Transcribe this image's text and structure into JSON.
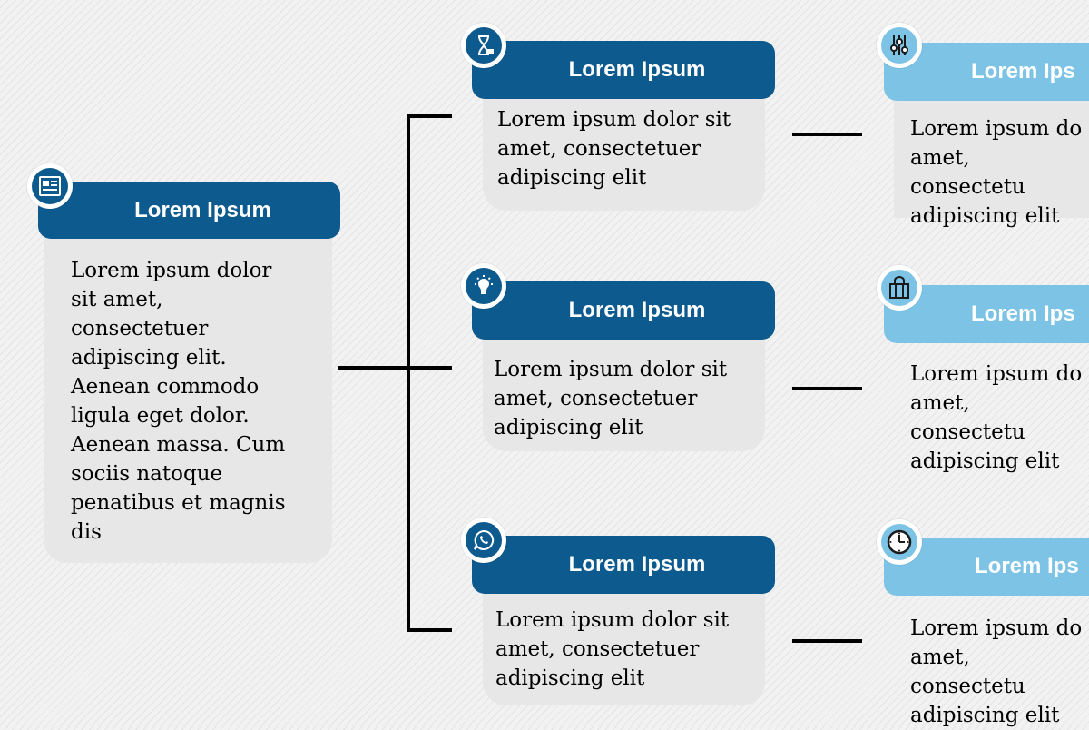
{
  "main_card": {
    "title": "Lorem Ipsum",
    "text": "Lorem ipsum dolor\nsit amet,\nconsectetuer\nadipiscing elit.\nAenean commodo\nligula eget dolor.\nAenean massa. Cum\nsociis natoque\npenatibus et magnis\ndis",
    "icon": "newspaper-icon"
  },
  "middle_cards": [
    {
      "title": "Lorem Ipsum",
      "text": "Lorem ipsum dolor sit\namet, consectetuer\nadipiscing elit",
      "icon": "hourglass-money-icon"
    },
    {
      "title": "Lorem Ipsum",
      "text": "Lorem ipsum dolor sit\namet, consectetuer\nadipiscing elit",
      "icon": "lightbulb-icon"
    },
    {
      "title": "Lorem Ipsum",
      "text": "Lorem ipsum dolor sit\namet, consectetuer\nadipiscing elit",
      "icon": "whatsapp-icon"
    }
  ],
  "right_cards": [
    {
      "title": "Lorem Ips",
      "text": "Lorem ipsum do\namet, consectetu\nadipiscing elit",
      "icon": "sliders-icon"
    },
    {
      "title": "Lorem Ips",
      "text": "Lorem ipsum do\namet, consectetu\nadipiscing elit",
      "icon": "shopping-bag-icon"
    },
    {
      "title": "Lorem Ips",
      "text": "Lorem ipsum do\namet, consectetu\nadipiscing elit",
      "icon": "clock-icon"
    }
  ],
  "colors": {
    "dark_blue": "#0d5a8e",
    "light_blue": "#7cc3e6",
    "card_gray": "#e7e7e7"
  }
}
